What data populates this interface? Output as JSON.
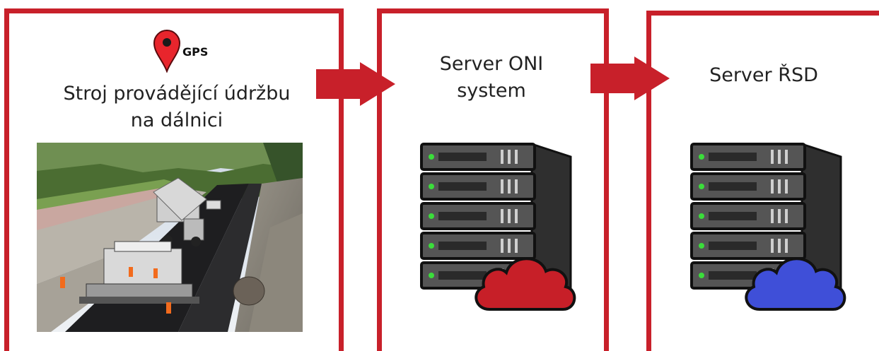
{
  "colors": {
    "frame": "#c8202a",
    "server_body": "#555555",
    "server_dark": "#222222",
    "server_side": "#2f2f2f",
    "led": "#3bdd3b",
    "cloud_oni": "#c71f28",
    "cloud_rsd": "#3f4fd8"
  },
  "panel_machine": {
    "gps_label": "GPS",
    "title_line1": "Stroj provádějící údržbu",
    "title_line2": "na dálnici",
    "icons": [
      "map-pin-icon",
      "road-paving-photo"
    ]
  },
  "panel_oni": {
    "title_line1": "Server ONI",
    "title_line2": "system",
    "icons": [
      "server-rack-icon",
      "cloud-icon"
    ]
  },
  "panel_rsd": {
    "title": "Server ŘSD",
    "icons": [
      "server-rack-icon",
      "cloud-icon"
    ]
  }
}
